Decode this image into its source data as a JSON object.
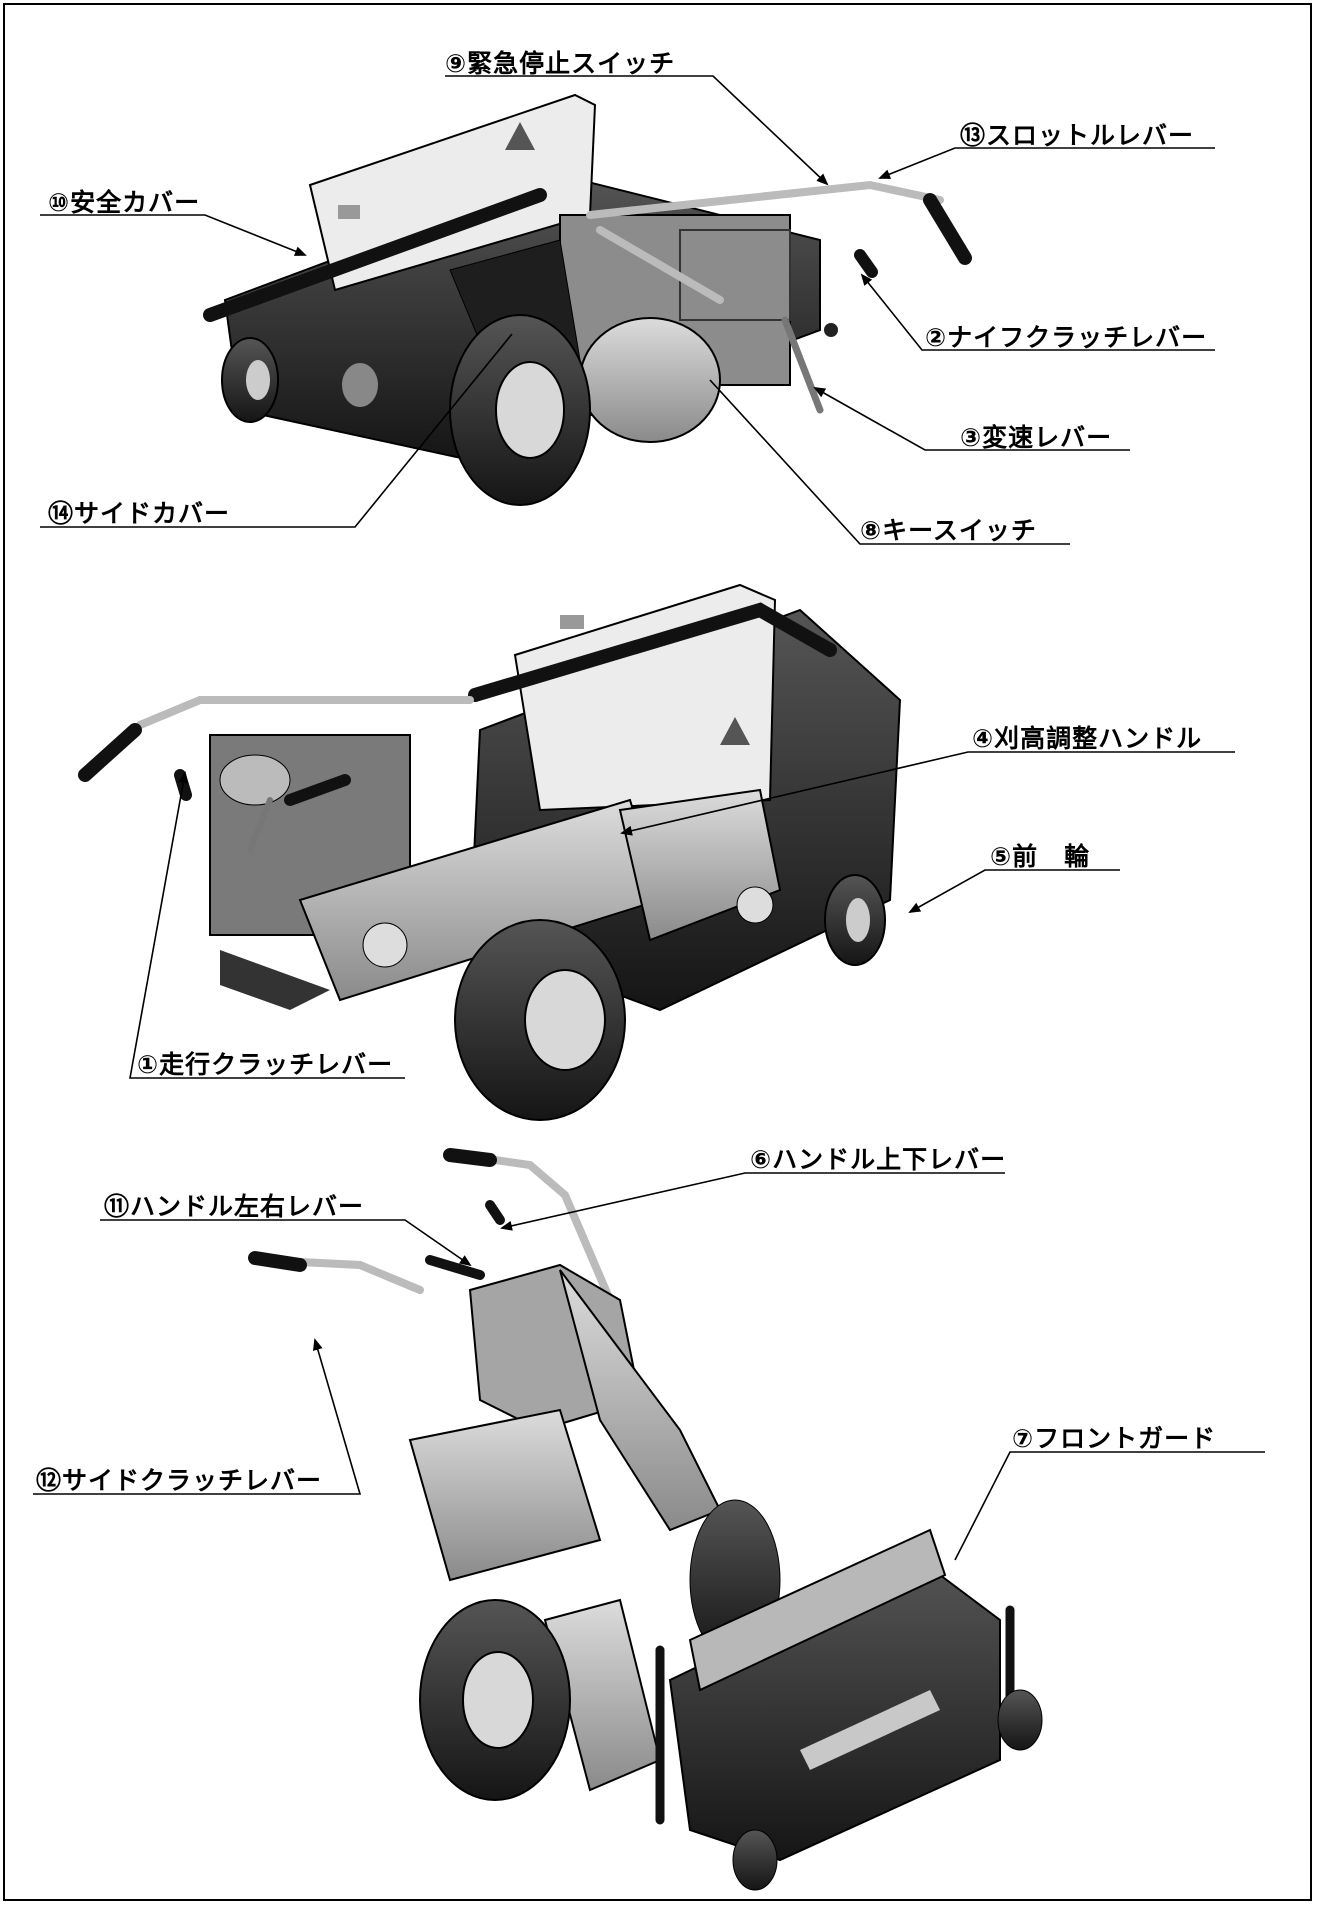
{
  "labels": {
    "emergency_stop_switch": "⑨緊急停止スイッチ",
    "throttle_lever": "⑬スロットルレバー",
    "safety_cover": "⑩安全カバー",
    "knife_clutch_lever": "②ナイフクラッチレバー",
    "shift_lever": "③変速レバー",
    "side_cover": "⑭サイドカバー",
    "key_switch": "⑧キースイッチ",
    "cutting_height_handle": "④刈高調整ハンドル",
    "front_wheel": "⑤前　輪",
    "travel_clutch_lever": "①走行クラッチレバー",
    "handle_updown_lever": "⑥ハンドル上下レバー",
    "handle_leftright_lever": "⑪ハンドル左右レバー",
    "front_guard": "⑦フロントガード",
    "side_clutch_lever": "⑫サイドクラッチレバー"
  },
  "colors": {
    "outline": "#000000",
    "body_dark": "#2a2a2a",
    "body_mid": "#7a7a7a",
    "body_light": "#c8c8c8",
    "cover_light": "#e6e6e6",
    "tire": "#1a1a1a"
  }
}
